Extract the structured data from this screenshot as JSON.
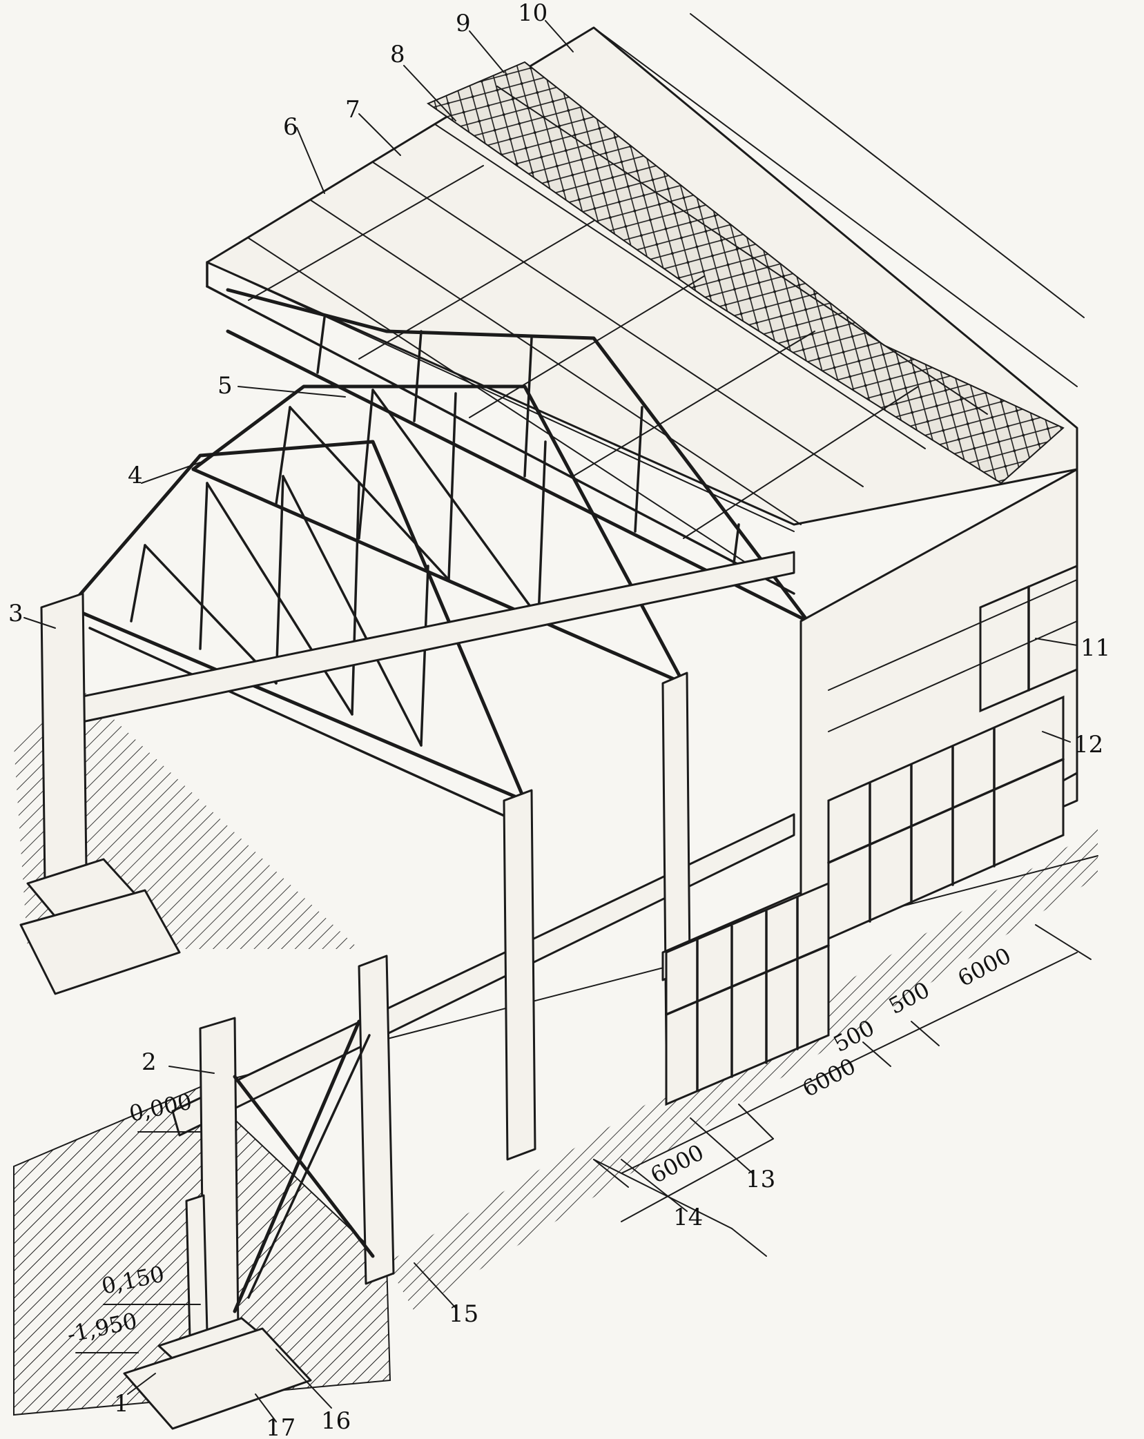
{
  "callouts": [
    {
      "label": "1"
    },
    {
      "label": "2"
    },
    {
      "label": "3"
    },
    {
      "label": "4"
    },
    {
      "label": "5"
    },
    {
      "label": "6"
    },
    {
      "label": "7"
    },
    {
      "label": "8"
    },
    {
      "label": "9"
    },
    {
      "label": "10"
    },
    {
      "label": "11"
    },
    {
      "label": "12"
    },
    {
      "label": "13"
    },
    {
      "label": "14"
    },
    {
      "label": "15"
    },
    {
      "label": "16"
    },
    {
      "label": "17"
    }
  ],
  "dimensions": {
    "span_a": "6000",
    "span_b": "500",
    "span_c": "500",
    "span_d": "6000",
    "span_e": "6000"
  },
  "elevations": {
    "ground": "0,000",
    "plinth": "0,150",
    "footing": "-1,950"
  },
  "colors": {
    "ink": "#1b1b1b",
    "paper": "#f7f6f2"
  }
}
